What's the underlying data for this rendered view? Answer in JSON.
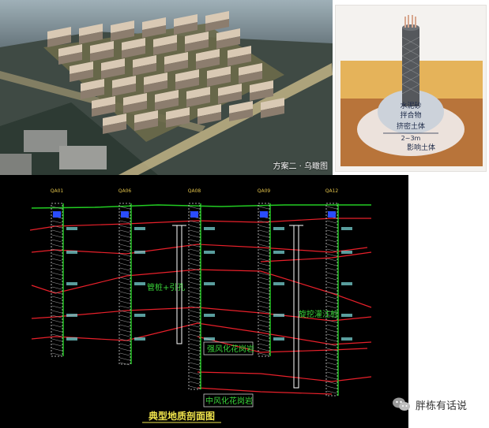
{
  "rendering": {
    "caption": "方案二 · 乌瞰图"
  },
  "pile_diagram": {
    "label_mix": "水泥砂",
    "label_mix2": "拌合物",
    "label_compact": "挤密土体",
    "label_width": "2~3m",
    "label_affected": "影响土体",
    "colors": {
      "upper_soil": "#e5b35a",
      "lower_soil": "#b8743a",
      "mix_zone": "#ccd2da",
      "pile": "#55585c"
    }
  },
  "section": {
    "title": "典型地质剖面图",
    "boreholes": [
      {
        "id": "QA01"
      },
      {
        "id": "QA06"
      },
      {
        "id": "QA08"
      },
      {
        "id": "QA09"
      },
      {
        "id": "QA12"
      }
    ],
    "annotation_left": "管桩+引孔",
    "annotation_right": "旋挖灌注桩",
    "layer_box_1": "强风化花岗岩",
    "layer_box_2": "中风化花岗岩",
    "colors": {
      "ground_line": "#22cc22",
      "layer_line": "#e8202a",
      "borehole": "#dcdcdc",
      "label": "#39d439"
    }
  },
  "watermark": {
    "text": "胖栋有话说",
    "icon": "wechat-icon"
  }
}
